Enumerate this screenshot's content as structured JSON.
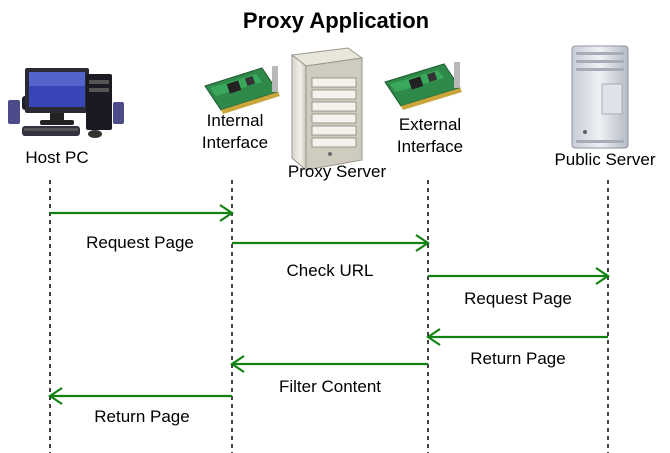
{
  "title": "Proxy Application",
  "nodes": {
    "host_pc": "Host PC",
    "internal_interface_line1": "Internal",
    "internal_interface_line2": "Interface",
    "proxy_server": "Proxy Server",
    "external_interface_line1": "External",
    "external_interface_line2": "Interface",
    "public_server": "Public Server"
  },
  "icons": {
    "host_pc": "desktop-computer-icon",
    "internal_interface": "network-card-icon",
    "proxy_server": "tower-server-icon",
    "external_interface": "network-card-icon",
    "public_server": "server-icon"
  },
  "messages": [
    {
      "from": "host_pc",
      "to": "internal_interface",
      "label": "Request Page"
    },
    {
      "from": "internal_interface",
      "to": "external_interface",
      "label": "Check URL"
    },
    {
      "from": "external_interface",
      "to": "public_server",
      "label": "Request Page"
    },
    {
      "from": "public_server",
      "to": "external_interface",
      "label": "Return Page"
    },
    {
      "from": "external_interface",
      "to": "internal_interface",
      "label": "Filter Content"
    },
    {
      "from": "internal_interface",
      "to": "host_pc",
      "label": "Return Page"
    }
  ],
  "colors": {
    "arrow": "#128212",
    "lifeline": "#000000",
    "text": "#000000"
  }
}
